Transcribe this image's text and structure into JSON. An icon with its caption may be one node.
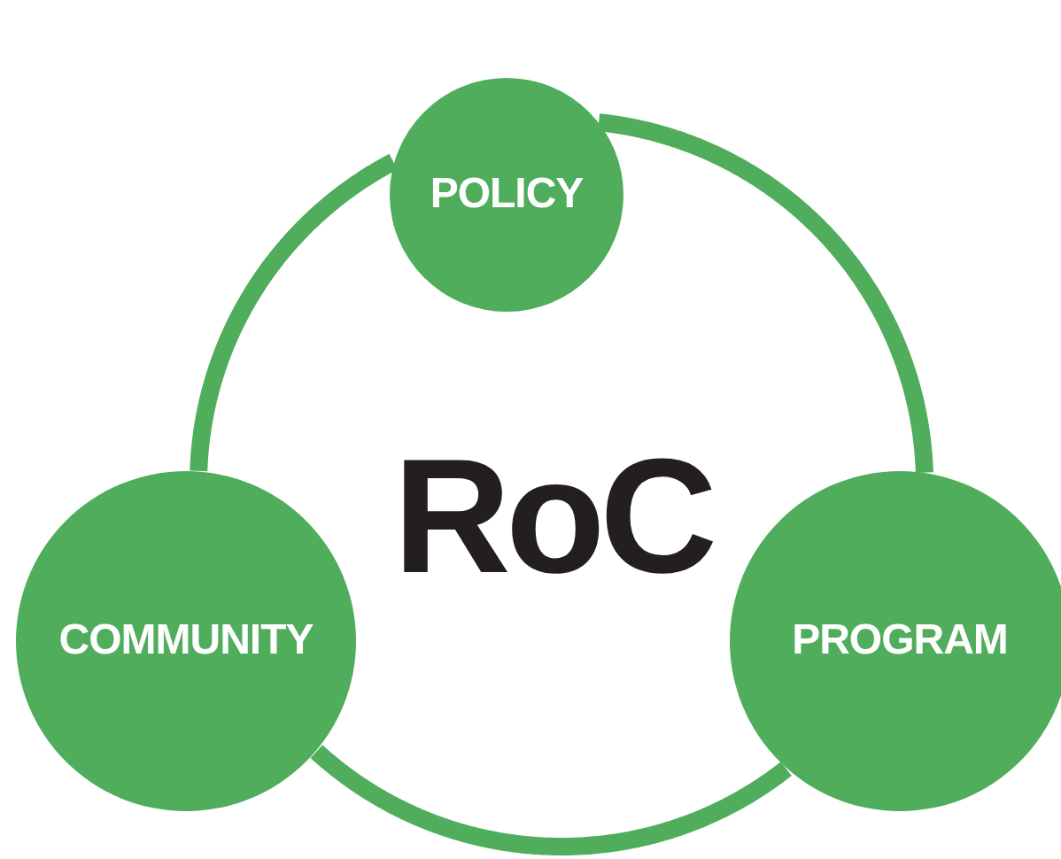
{
  "diagram": {
    "nodes": [
      {
        "text": [
          "POLICY"
        ]
      },
      {
        "text": [
          "COMMUNITY"
        ]
      },
      {
        "text": [
          "PROGRAM"
        ]
      }
    ],
    "edges": [
      {
        "from": 0,
        "to": 2,
        "arrow": "none"
      },
      {
        "from": 2,
        "to": 1,
        "arrow": "none"
      },
      {
        "from": 1,
        "to": 0,
        "arrow": "none"
      }
    ],
    "labels": [
      "RoC"
    ]
  }
}
